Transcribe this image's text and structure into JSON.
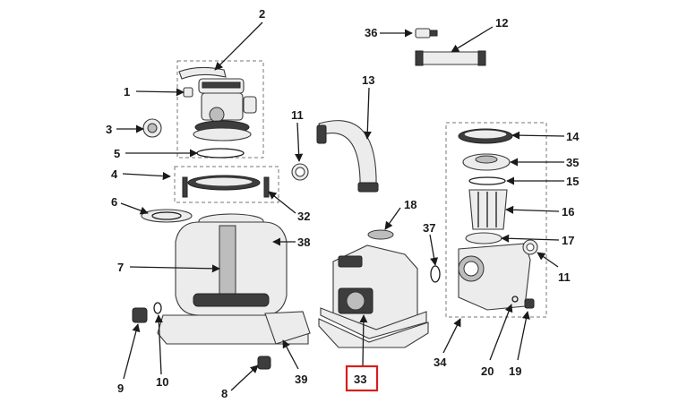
{
  "diagram": {
    "callouts": [
      {
        "id": "c2",
        "label": "2"
      },
      {
        "id": "c1",
        "label": "1"
      },
      {
        "id": "c3",
        "label": "3"
      },
      {
        "id": "c5",
        "label": "5"
      },
      {
        "id": "c4",
        "label": "4"
      },
      {
        "id": "c6",
        "label": "6"
      },
      {
        "id": "c7",
        "label": "7"
      },
      {
        "id": "c38",
        "label": "38"
      },
      {
        "id": "c32",
        "label": "32"
      },
      {
        "id": "c11a",
        "label": "11"
      },
      {
        "id": "c13",
        "label": "13"
      },
      {
        "id": "c36",
        "label": "36"
      },
      {
        "id": "c12",
        "label": "12"
      },
      {
        "id": "c18",
        "label": "18"
      },
      {
        "id": "c37",
        "label": "37"
      },
      {
        "id": "c14",
        "label": "14"
      },
      {
        "id": "c35",
        "label": "35"
      },
      {
        "id": "c15",
        "label": "15"
      },
      {
        "id": "c16",
        "label": "16"
      },
      {
        "id": "c17",
        "label": "17"
      },
      {
        "id": "c11b",
        "label": "11"
      },
      {
        "id": "c9",
        "label": "9"
      },
      {
        "id": "c10",
        "label": "10"
      },
      {
        "id": "c8",
        "label": "8"
      },
      {
        "id": "c39",
        "label": "39"
      },
      {
        "id": "c33",
        "label": "33"
      },
      {
        "id": "c34",
        "label": "34"
      },
      {
        "id": "c20",
        "label": "20"
      },
      {
        "id": "c19",
        "label": "19"
      }
    ],
    "highlighted_part": "33",
    "colors": {
      "highlight": "#d81e1e",
      "line": "#1a1a1a"
    }
  }
}
